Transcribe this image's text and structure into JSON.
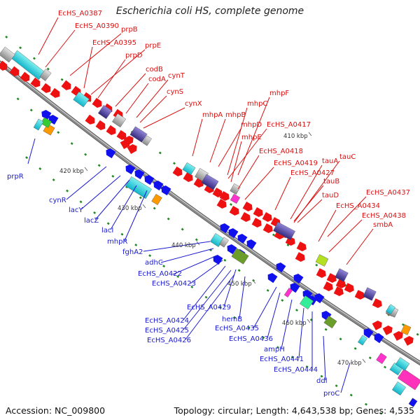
{
  "title": "Escherichia coli HS, complete genome",
  "footer": {
    "accession": "Accession: NC_009800",
    "topology": "Topology: circular; Length: 4,643,538 bp; Genes: 4,535"
  },
  "colors": {
    "forward_label": "#d81010",
    "reverse_label": "#1a1ad0",
    "forward_arrow": "#ee1111",
    "reverse_arrow": "#1111ee",
    "backbone": "#8a8a8a",
    "tick": "#228822"
  },
  "scale_labels": [
    "410 kbp",
    "420 kbp",
    "430 kbp",
    "440 kbp",
    "450 kbp",
    "460 kbp",
    "470 kbp"
  ],
  "forward_genes": [
    "EcHS_A0387",
    "EcHS_A0390",
    "prpB",
    "EcHS_A0395",
    "prpE",
    "prpD",
    "codB",
    "codA",
    "cynT",
    "cynS",
    "cynX",
    "mhpF",
    "mhpC",
    "mhpA",
    "mhpB",
    "mhpD",
    "EcHS_A0417",
    "mhpE",
    "EcHS_A0418",
    "tauC",
    "EcHS_A0419",
    "tauA",
    "EcHS_A0427",
    "tauB",
    "tauD",
    "EcHS_A0437",
    "EcHS_A0434",
    "EcHS_A0438",
    "smbA"
  ],
  "reverse_genes": [
    "prpR",
    "cynR",
    "lacY",
    "lacZ",
    "lacI",
    "mhpR",
    "fghA2",
    "adhC",
    "EcHS_A0422",
    "EcHS_A0423",
    "EcHS_A0429",
    "hemB",
    "EcHS_A0424",
    "EcHS_A0435",
    "EcHS_A0425",
    "EcHS_A0436",
    "EcHS_A0426",
    "ampH",
    "EcHS_A0441",
    "EcHS_A0444",
    "ddl",
    "proC"
  ]
}
